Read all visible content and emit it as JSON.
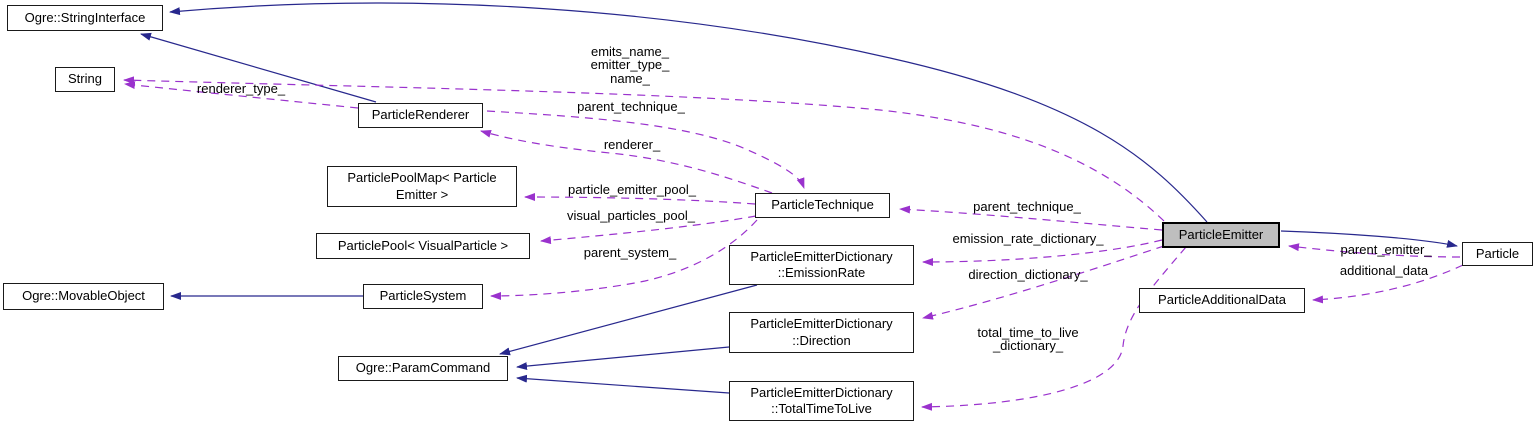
{
  "diagram": {
    "kind": "doxygen-collaboration-graph",
    "focus_node": "ParticleEmitter",
    "colors": {
      "inheritance_edge": "#28288d",
      "usage_edge": "#9a32cd",
      "node_border": "#1a1a1a",
      "node_fill": "#ffffff",
      "focus_node_fill": "#bebebe",
      "text": "#000000",
      "background": "#ffffff"
    },
    "nodes": [
      {
        "label": "Ogre::StringInterface"
      },
      {
        "label": "String"
      },
      {
        "label": "ParticleRenderer"
      },
      {
        "label": "ParticlePoolMap< Particle\nEmitter >"
      },
      {
        "label": "ParticlePool< VisualParticle >"
      },
      {
        "label": "Ogre::MovableObject"
      },
      {
        "label": "ParticleSystem"
      },
      {
        "label": "Ogre::ParamCommand"
      },
      {
        "label": "ParticleTechnique"
      },
      {
        "label": "ParticleEmitterDictionary\n::EmissionRate"
      },
      {
        "label": "ParticleEmitterDictionary\n::Direction"
      },
      {
        "label": "ParticleEmitterDictionary\n::TotalTimeToLive"
      },
      {
        "label": "ParticleEmitter"
      },
      {
        "label": "Particle"
      },
      {
        "label": "ParticleAdditionalData"
      }
    ],
    "edge_labels": [
      {
        "text": "renderer_type_"
      },
      {
        "text": "emits_name_\nemitter_type_\nname_"
      },
      {
        "text": "parent_technique_"
      },
      {
        "text": "renderer_"
      },
      {
        "text": "particle_emitter_pool_"
      },
      {
        "text": "visual_particles_pool_"
      },
      {
        "text": "parent_system_"
      },
      {
        "text": "parent_technique_"
      },
      {
        "text": "emission_rate_dictionary_"
      },
      {
        "text": "direction_dictionary_"
      },
      {
        "text": "total_time_to_live\n_dictionary_"
      },
      {
        "text": "parent_emitter_"
      },
      {
        "text": "additional_data"
      }
    ],
    "edges": [
      {
        "from": "ParticleRenderer",
        "to": "Ogre::StringInterface",
        "kind": "inheritance"
      },
      {
        "from": "ParticleEmitter",
        "to": "Ogre::StringInterface",
        "kind": "inheritance"
      },
      {
        "from": "ParticleSystem",
        "to": "Ogre::MovableObject",
        "kind": "inheritance"
      },
      {
        "from": "ParticleEmitterDictionary::EmissionRate",
        "to": "Ogre::ParamCommand",
        "kind": "inheritance"
      },
      {
        "from": "ParticleEmitterDictionary::Direction",
        "to": "Ogre::ParamCommand",
        "kind": "inheritance"
      },
      {
        "from": "ParticleEmitterDictionary::TotalTimeToLive",
        "to": "Ogre::ParamCommand",
        "kind": "inheritance"
      },
      {
        "from": "ParticleEmitter",
        "to": "Particle",
        "kind": "inheritance"
      },
      {
        "from": "ParticleRenderer",
        "to": "String",
        "kind": "usage",
        "label": "renderer_type_"
      },
      {
        "from": "ParticleEmitter",
        "to": "String",
        "kind": "usage",
        "label": "emits_name_ emitter_type_ name_"
      },
      {
        "from": "ParticleRenderer",
        "to": "ParticleTechnique",
        "kind": "usage",
        "label": "parent_technique_"
      },
      {
        "from": "ParticleTechnique",
        "to": "ParticleRenderer",
        "kind": "usage",
        "label": "renderer_"
      },
      {
        "from": "ParticleTechnique",
        "to": "ParticlePoolMap< Particle Emitter >",
        "kind": "usage",
        "label": "particle_emitter_pool_"
      },
      {
        "from": "ParticleTechnique",
        "to": "ParticlePool< VisualParticle >",
        "kind": "usage",
        "label": "visual_particles_pool_"
      },
      {
        "from": "ParticleTechnique",
        "to": "ParticleSystem",
        "kind": "usage",
        "label": "parent_system_"
      },
      {
        "from": "ParticleEmitter",
        "to": "ParticleTechnique",
        "kind": "usage",
        "label": "parent_technique_"
      },
      {
        "from": "ParticleEmitter",
        "to": "ParticleEmitterDictionary::EmissionRate",
        "kind": "usage",
        "label": "emission_rate_dictionary_"
      },
      {
        "from": "ParticleEmitter",
        "to": "ParticleEmitterDictionary::Direction",
        "kind": "usage",
        "label": "direction_dictionary_"
      },
      {
        "from": "ParticleEmitter",
        "to": "ParticleEmitterDictionary::TotalTimeToLive",
        "kind": "usage",
        "label": "total_time_to_live_dictionary_"
      },
      {
        "from": "Particle",
        "to": "ParticleEmitter",
        "kind": "usage",
        "label": "parent_emitter_"
      },
      {
        "from": "Particle",
        "to": "ParticleAdditionalData",
        "kind": "usage",
        "label": "additional_data"
      }
    ]
  }
}
